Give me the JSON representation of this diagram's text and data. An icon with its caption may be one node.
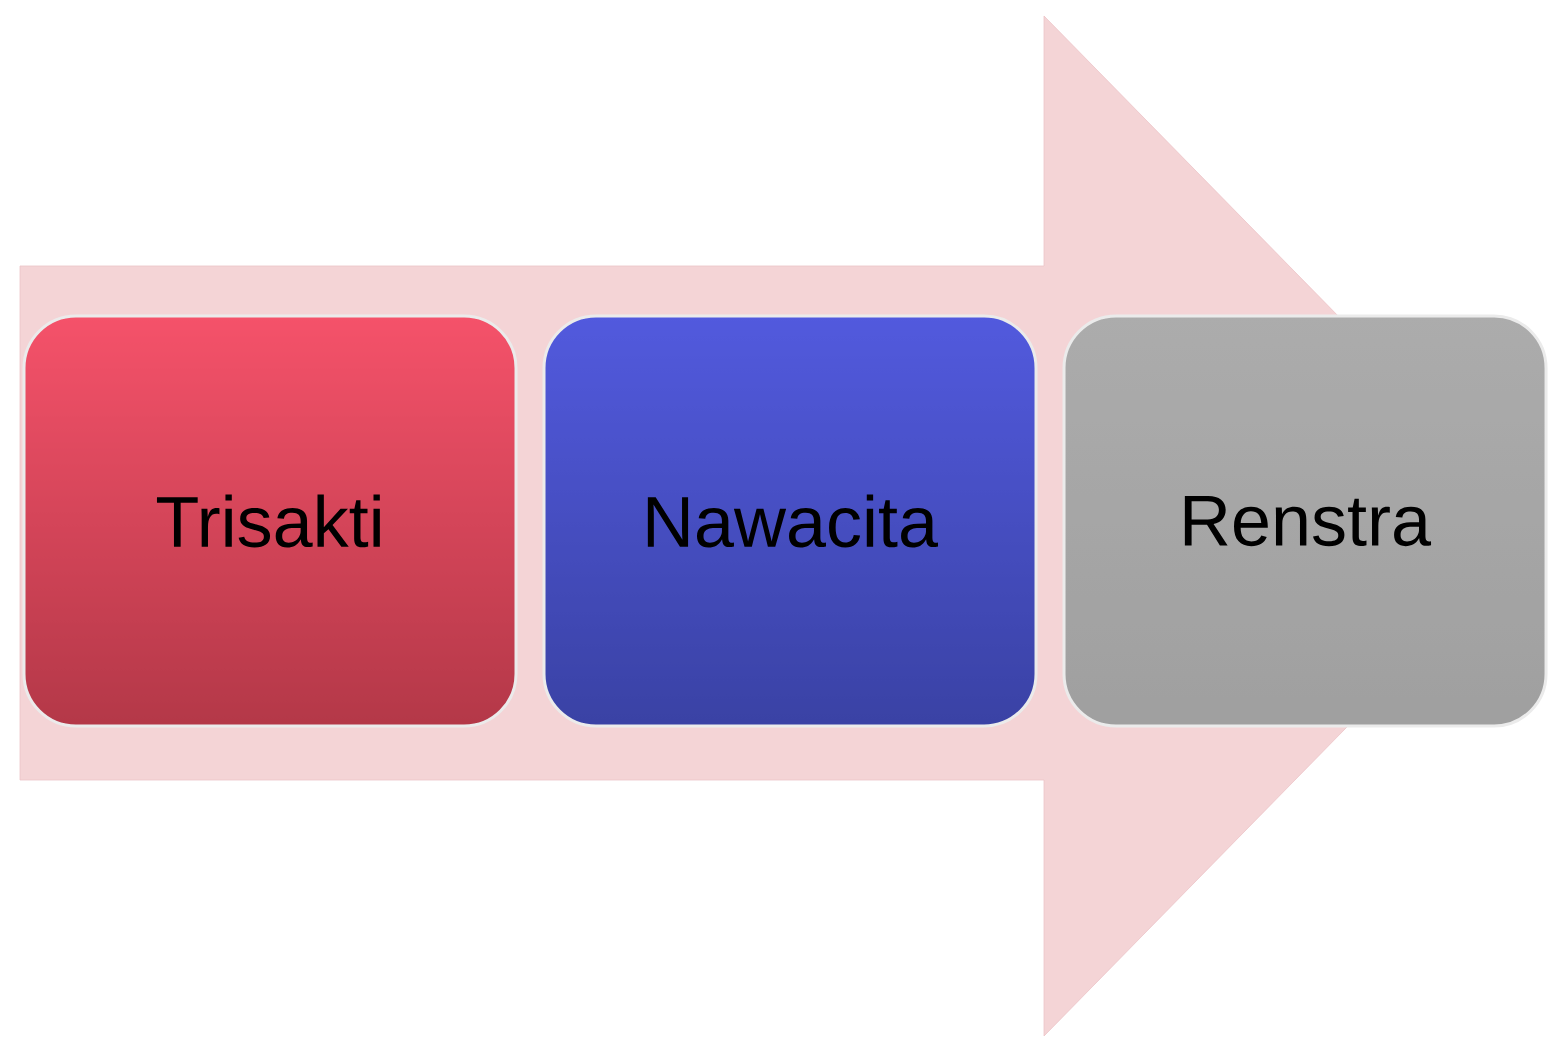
{
  "diagram": {
    "nodes": [
      {
        "text": [
          "Trisakti"
        ]
      },
      {
        "text": [
          "Nawacita"
        ]
      },
      {
        "text": [
          "Renstra"
        ]
      }
    ],
    "edges": [
      {
        "from": 0,
        "to": 2,
        "arrow": "to"
      }
    ]
  }
}
